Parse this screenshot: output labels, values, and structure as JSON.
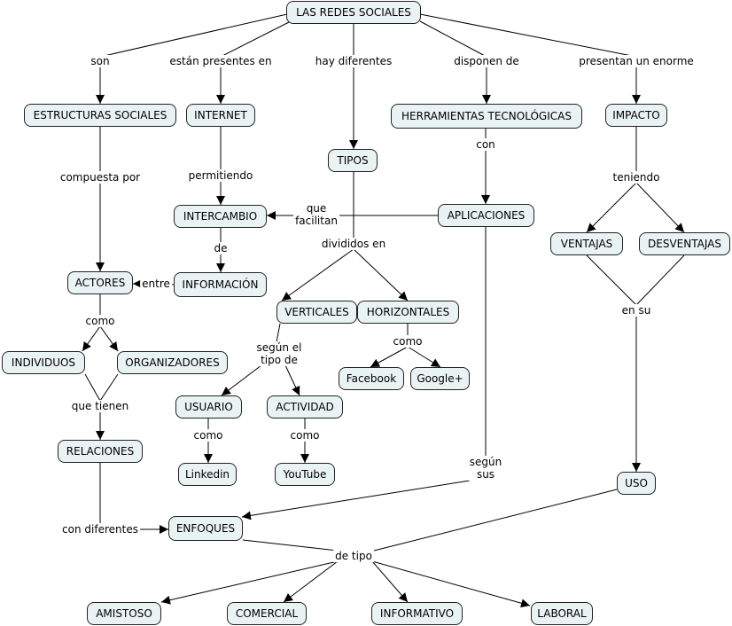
{
  "concepts": {
    "root": "LAS REDES SOCIALES",
    "estructuras": "ESTRUCTURAS SOCIALES",
    "internet": "INTERNET",
    "tipos": "TIPOS",
    "herramientas": "HERRAMIENTAS TECNOLÓGICAS",
    "impacto": "IMPACTO",
    "intercambio": "INTERCAMBIO",
    "aplicaciones": "APLICACIONES",
    "ventajas": "VENTAJAS",
    "desventajas": "DESVENTAJAS",
    "actores": "ACTORES",
    "informacion": "INFORMACIÓN",
    "verticales": "VERTICALES",
    "horizontales": "HORIZONTALES",
    "individuos": "INDIVIDUOS",
    "organizadores": "ORGANIZADORES",
    "facebook": "Facebook",
    "googleplus": "Google+",
    "usuario": "USUARIO",
    "actividad": "ACTIVIDAD",
    "relaciones": "RELACIONES",
    "linkedin": "Linkedin",
    "youtube": "YouTube",
    "uso": "USO",
    "enfoques": "ENFOQUES",
    "amistoso": "AMISTOSO",
    "comercial": "COMERCIAL",
    "informativo": "INFORMATIVO",
    "laboral": "LABORAL"
  },
  "links": {
    "son": "son",
    "presentes": "están presentes en",
    "hay": "hay diferentes",
    "disponen": "disponen de",
    "presentan": "presentan un enorme",
    "compuesta": "compuesta por",
    "permitiendo": "permitiendo",
    "con": "con",
    "teniendo": "teniendo",
    "que_facilitan": "que\nfacilitan",
    "de": "de",
    "divididos": "divididos en",
    "entre": "entre",
    "como_actores": "como",
    "en_su": "en su",
    "como_horiz": "como",
    "segun_tipo": "según el\ntipo de",
    "que_tienen": "que tienen",
    "como_usuario": "como",
    "como_actividad": "como",
    "segun_sus": "según\nsus",
    "con_diferentes": "con diferentes",
    "de_tipo": "de tipo"
  }
}
